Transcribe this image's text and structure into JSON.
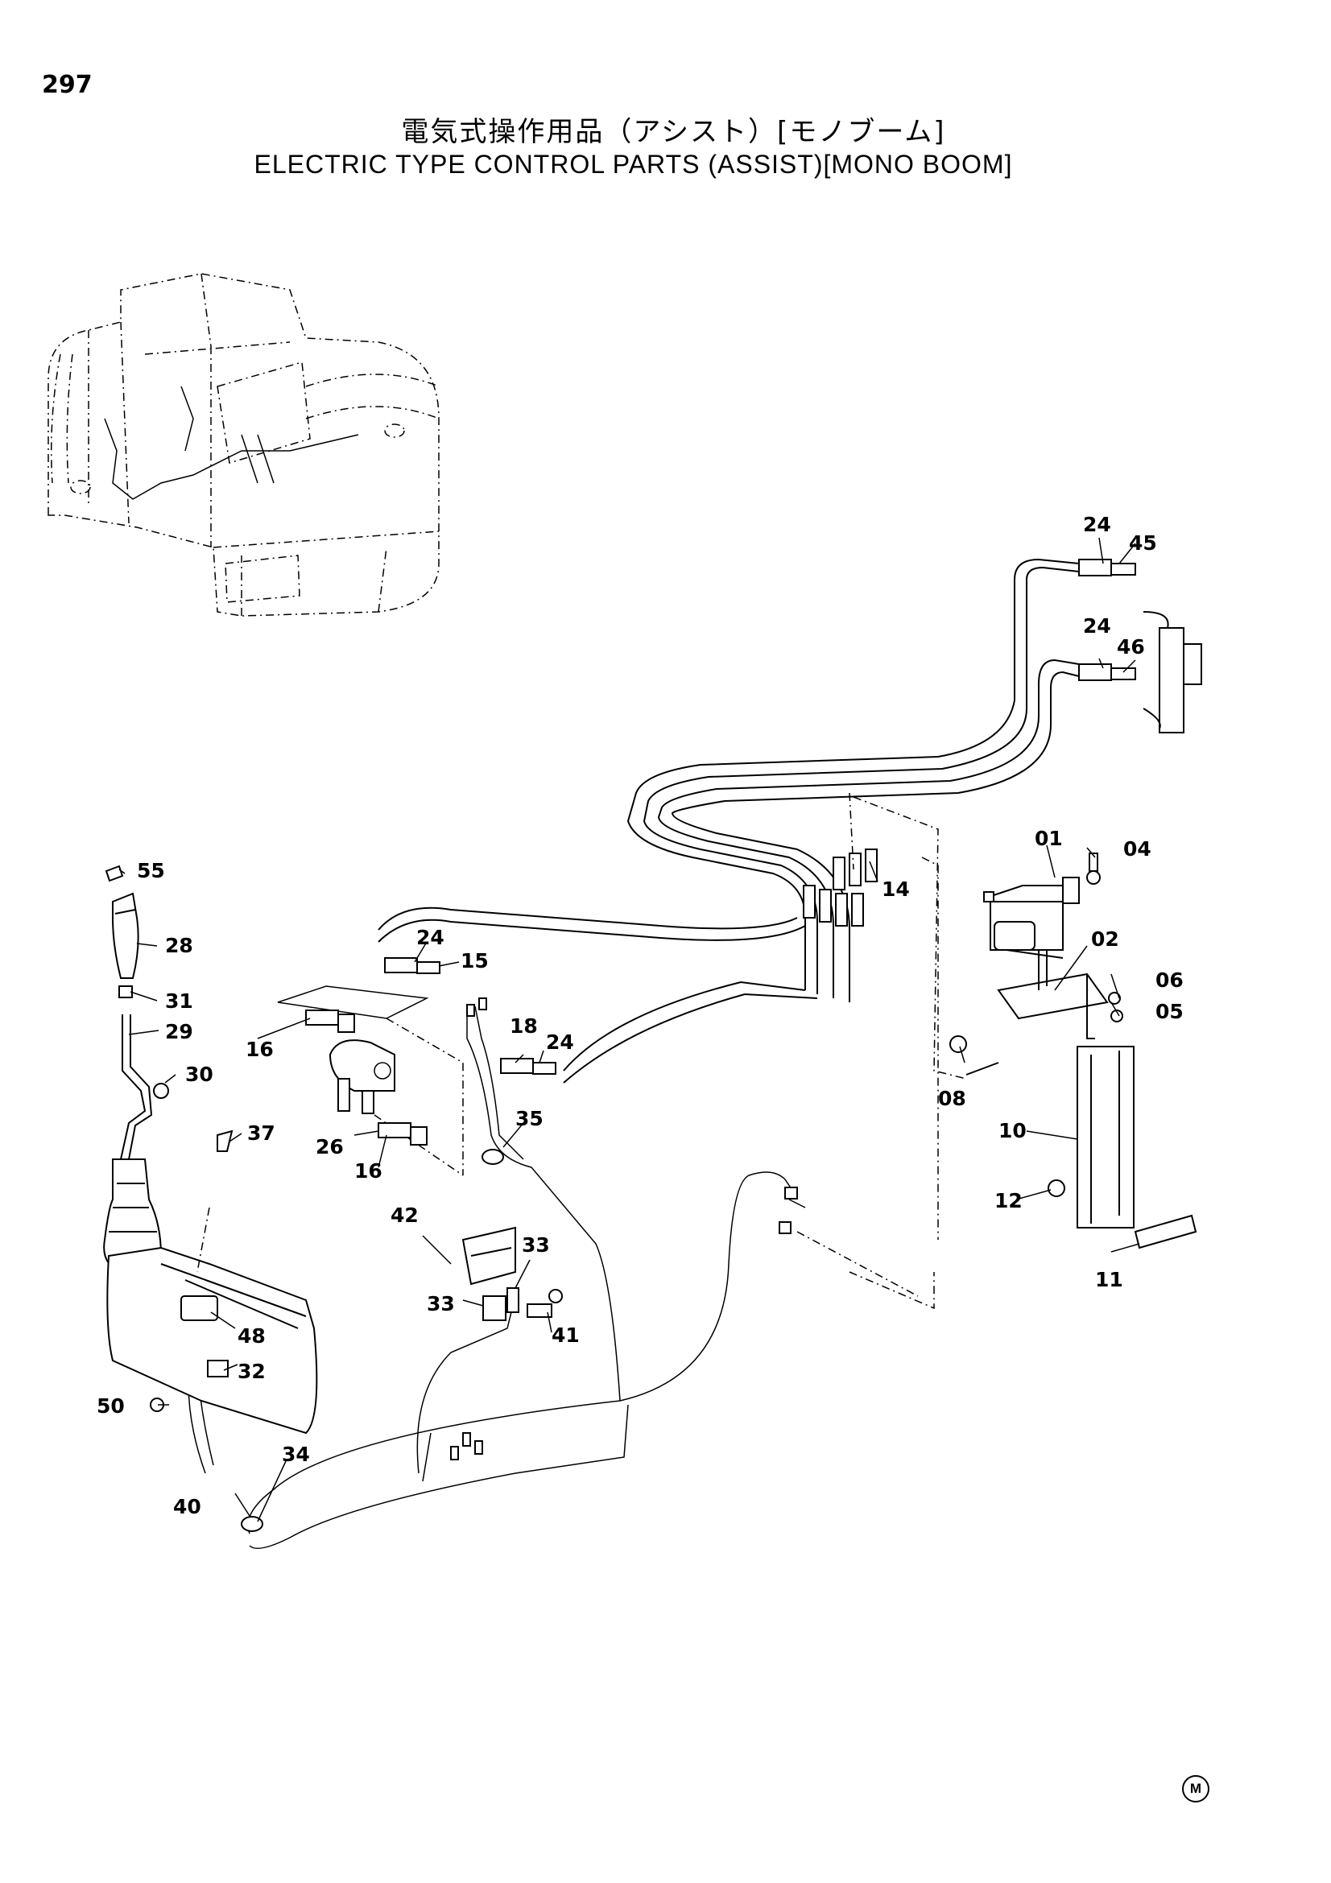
{
  "page_number": "297",
  "title_jp": "電気式操作用品（アシスト）[モノブーム]",
  "title_en": "ELECTRIC TYPE CONTROL PARTS (ASSIST)[MONO BOOM]",
  "corner_mark": "M",
  "part_labels": {
    "p24a": "24",
    "p45": "45",
    "p24b": "24",
    "p46": "46",
    "p01": "01",
    "p04": "04",
    "p14": "14",
    "p02": "02",
    "p06": "06",
    "p05": "05",
    "p08": "08",
    "p10": "10",
    "p12": "12",
    "p11": "11",
    "p55": "55",
    "p28": "28",
    "p31": "31",
    "p29": "29",
    "p30": "30",
    "p37": "37",
    "p24c": "24",
    "p15": "15",
    "p16a": "16",
    "p18": "18",
    "p24d": "24",
    "p26": "26",
    "p16b": "16",
    "p35": "35",
    "p42": "42",
    "p33a": "33",
    "p33b": "33",
    "p41": "41",
    "p48": "48",
    "p32": "32",
    "p50": "50",
    "p34": "34",
    "p40": "40"
  }
}
